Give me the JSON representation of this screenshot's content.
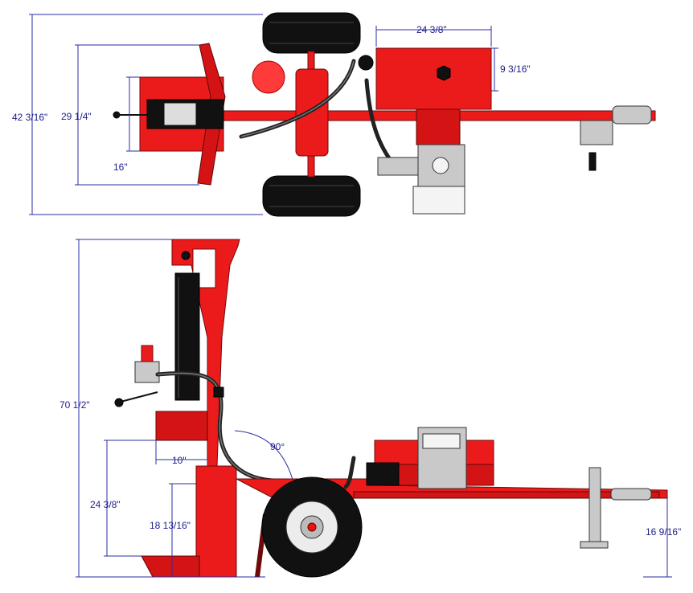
{
  "colors": {
    "machine": "#ec1b1b",
    "dimension": "#1d1d8a",
    "tire": "#111111"
  },
  "top_view": {
    "overall_width": "42 3/16\"",
    "table_width": "29 1/4\"",
    "wedge_offset": "16\"",
    "engine_tray_length": "24 3/8\"",
    "engine_tray_depth": "9 3/16\""
  },
  "side_view": {
    "overall_height": "70 1/2\"",
    "table_height": "24 3/8\"",
    "beam_height": "18 13/16\"",
    "foot_plate_depth": "10\"",
    "tilt_angle": "90°",
    "hitch_height": "16 9/16\""
  }
}
